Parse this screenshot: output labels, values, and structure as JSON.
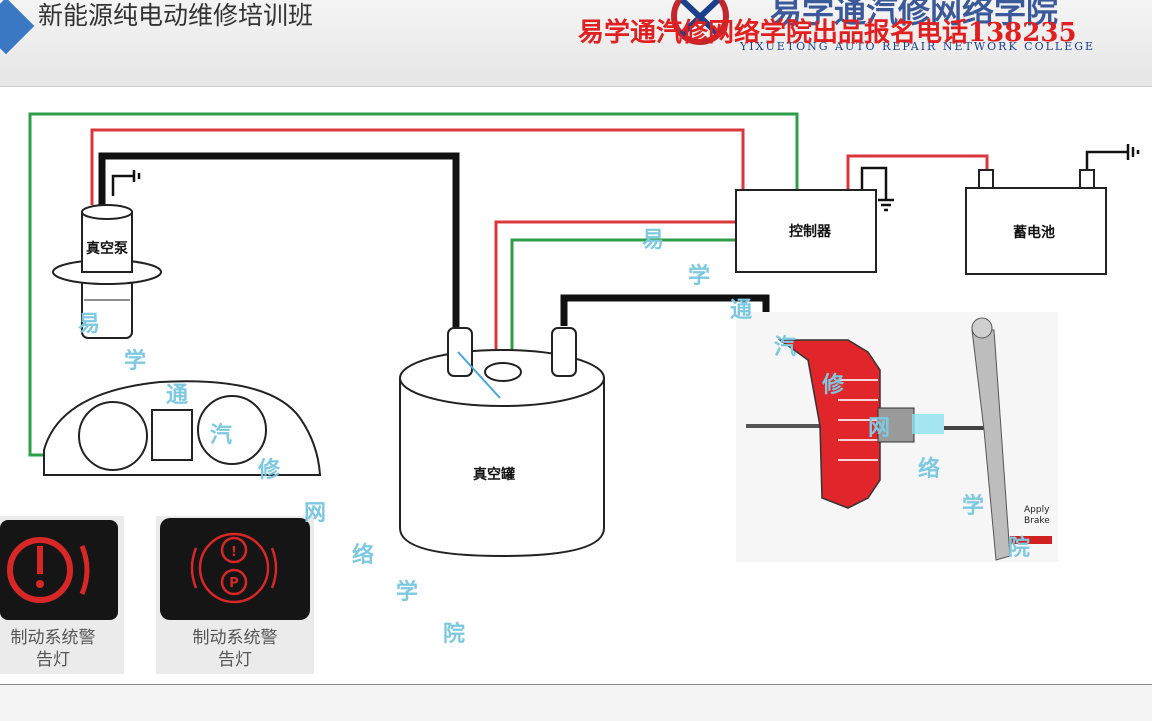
{
  "header": {
    "course_title": "新能源纯电动维修培训班",
    "ad_text": "易学通汽修网络学院出品报名电话138235",
    "college_name": "易学通汽修网络学院",
    "college_name_en": "YIXUETONG AUTO REPAIR NETWORK COLLEGE"
  },
  "diagram": {
    "vacuum_pump": "真空泵",
    "controller": "控制器",
    "battery": "蓄电池",
    "vacuum_tank": "真空罐",
    "apply_brake_1": "Apply",
    "apply_brake_2": "Brake"
  },
  "warning_lamps": [
    {
      "caption_1": "制动系统警",
      "caption_2": "告灯"
    },
    {
      "caption_1": "制动系统警",
      "caption_2": "告灯"
    }
  ],
  "watermark_chars": [
    "易",
    "学",
    "通",
    "汽",
    "修",
    "网",
    "络",
    "学",
    "院"
  ],
  "colors": {
    "wire_red": "#d8383c",
    "wire_green": "#2f9e4a",
    "wire_black": "#111111",
    "booster_red": "#e0262b",
    "watermark": "#7ec8e0"
  }
}
